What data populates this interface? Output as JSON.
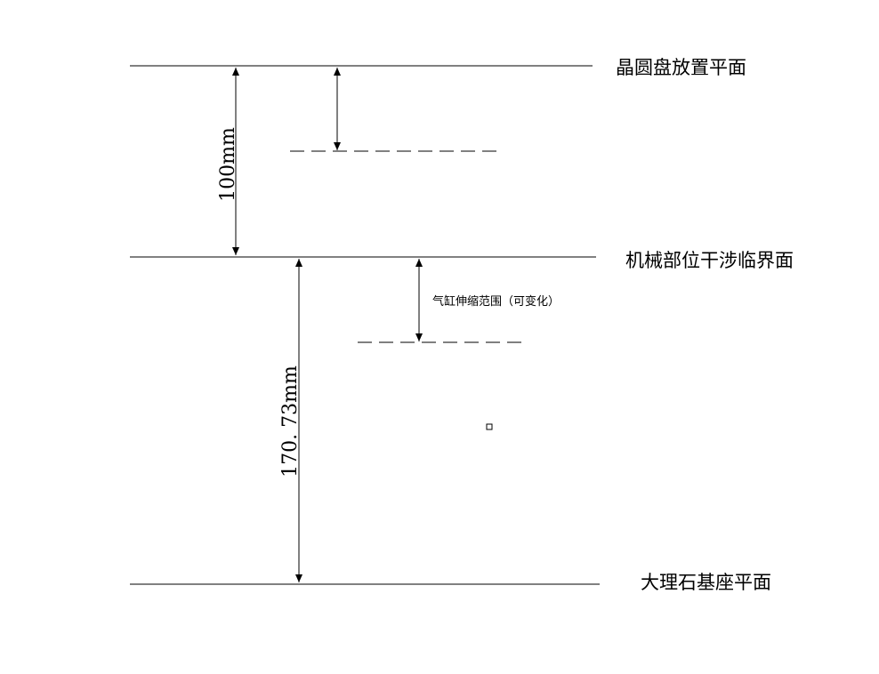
{
  "planes": {
    "wafer": "晶圆盘放置平面",
    "interference": "机械部位干涉临界面",
    "marble": "大理石基座平面"
  },
  "dimensions": {
    "upper": "100mm",
    "lower": "170. 73mm"
  },
  "notes": {
    "cylinder": "气缸伸缩范围（可变化）"
  }
}
